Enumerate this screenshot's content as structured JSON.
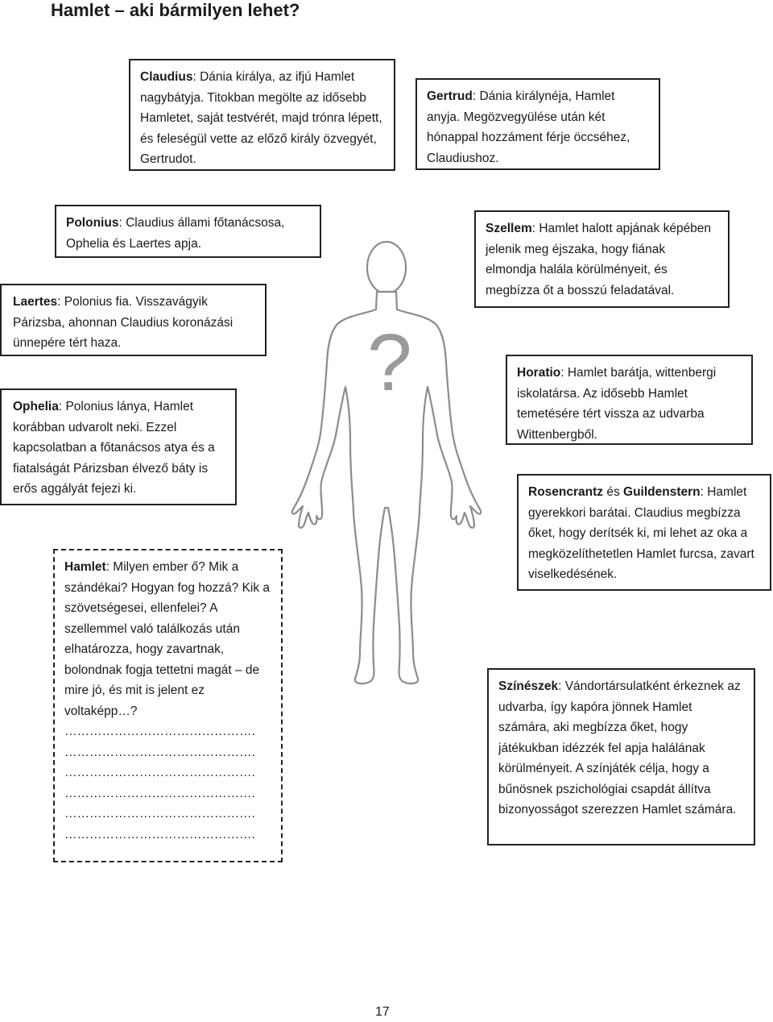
{
  "page": {
    "title": "Hamlet – aki bármilyen lehet?",
    "page_number": "17",
    "figure_mark": "?"
  },
  "boxes": {
    "claudius": {
      "name": "Claudius",
      "text": ": Dánia királya, az ifjú Hamlet nagybátyja. Titokban megölte az idősebb Hamletet, saját testvérét, majd trónra lépett, és feleségül vette az előző király özvegyét, Gertrudot."
    },
    "gertrud": {
      "name": "Gertrud",
      "text": ": Dánia királynéja, Hamlet anyja. Megözvegyülése után két hónappal hozzáment férje öccséhez, Claudiushoz."
    },
    "polonius": {
      "name": "Polonius",
      "text": ": Claudius állami főtanácsosa, Ophelia és Laertes apja."
    },
    "laertes": {
      "name": "Laertes",
      "text": ": Polonius fia. Visszavágyik Párizsba, ahonnan Claudius koronázási ünnepére tért haza."
    },
    "ophelia": {
      "name": "Ophelia",
      "text": ": Polonius lánya, Hamlet korábban udvarolt neki. Ezzel kapcsolatban a főtanácsos atya és a fiatalságát Párizsban élvező báty is erős aggályát fejezi ki."
    },
    "szellem": {
      "name": "Szellem",
      "text": ": Hamlet halott apjának képében jelenik meg éjszaka, hogy fiának elmondja halála körülményeit, és megbízza őt a bosszú feladatával."
    },
    "horatio": {
      "name": "Horatio",
      "text": ": Hamlet barátja, wittenbergi iskolatársa. Az idősebb Hamlet temetésére tért vissza az udvarba Wittenbergből."
    },
    "rosencrantz": {
      "name1": "Rosencrantz",
      "and": " és ",
      "name2": "Guildenstern",
      "text": ": Hamlet gyerekkori barátai. Claudius megbízza őket, hogy derítsék ki, mi lehet az oka a megközelíthetetlen Hamlet furcsa, zavart viselkedésének."
    },
    "szineszek": {
      "name": "Színészek",
      "text": ": Vándortársulatként érkeznek az udvarba, így kapóra jönnek Hamlet számára, aki megbízza őket, hogy játékukban idézzék fel apja halálának körülményeit. A színjáték célja, hogy a bűnösnek pszichológiai csapdát állítva bizonyosságot szerezzen Hamlet számára."
    },
    "hamlet": {
      "name": "Hamlet",
      "text": ": Milyen ember ő? Mik a szándékai? Hogyan fog hozzá? Kik a szövetségesei, ellenfelei? A szellemmel való találkozás után elhatározza, hogy zavartnak, bolondnak fogja tettetni magát – de mire jó, és mit is jelent ez voltaképp…?",
      "dots": [
        "……………………………………….",
        "……………………………………….",
        "……………………………………….",
        "……………………………………….",
        "……………………………………….",
        "………………………………………."
      ]
    }
  },
  "colors": {
    "figure_outline": "#8c8c8c",
    "question_mark": "#9a9a9a"
  }
}
